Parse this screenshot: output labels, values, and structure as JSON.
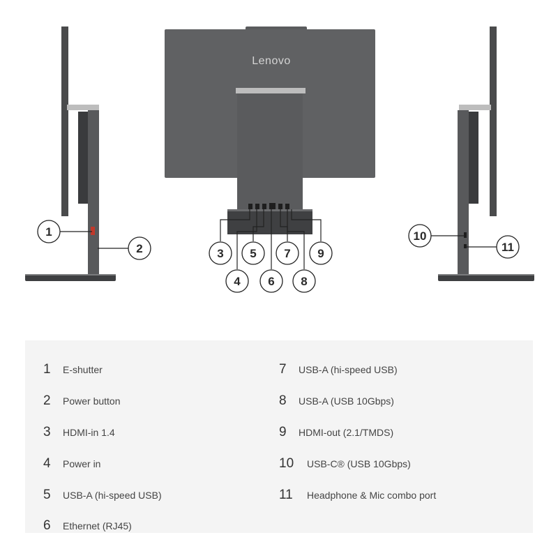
{
  "brand": {
    "logo_text": "Lenovo"
  },
  "colors": {
    "body_dark": "#4a4b4c",
    "body_mid": "#5a5b5d",
    "screen_back": "#606163",
    "silver": "#bdbdbd",
    "accent_red": "#c0392b",
    "legend_bg": "#f4f4f4"
  },
  "callouts": [
    {
      "num": "1",
      "label": "E-shutter"
    },
    {
      "num": "2",
      "label": "Power button"
    },
    {
      "num": "3",
      "label": "HDMI-in 1.4"
    },
    {
      "num": "4",
      "label": "Power in"
    },
    {
      "num": "5",
      "label": "USB-A (hi-speed USB)"
    },
    {
      "num": "6",
      "label": "Ethernet (RJ45)"
    },
    {
      "num": "7",
      "label": "USB-A (hi-speed USB)"
    },
    {
      "num": "8",
      "label": "USB-A (USB 10Gbps)"
    },
    {
      "num": "9",
      "label": "HDMI-out (2.1/TMDS)"
    },
    {
      "num": "10",
      "label": "USB-C® (USB 10Gbps)"
    },
    {
      "num": "11",
      "label": "Headphone & Mic combo port"
    }
  ]
}
